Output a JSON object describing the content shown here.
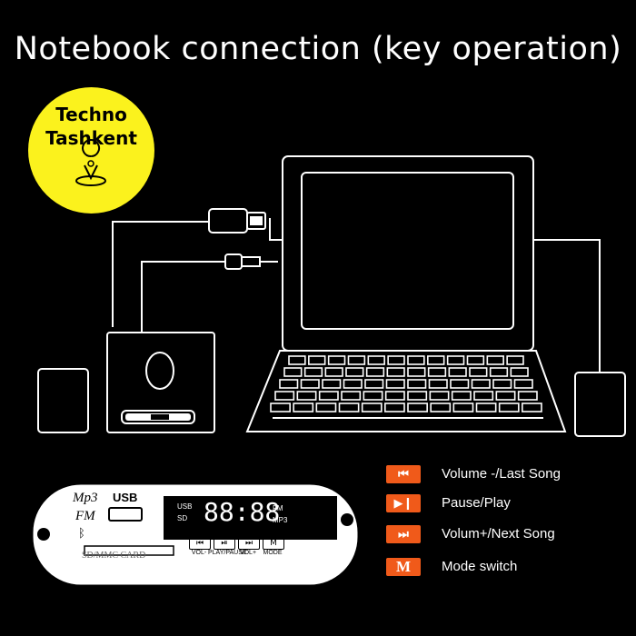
{
  "title": "Notebook connection (key operation)",
  "logo": {
    "line1": "Techno",
    "line2": "Tashkent",
    "color": "#fbf21d"
  },
  "module": {
    "mp3_label": "Mp3",
    "fm_label": "FM",
    "usb_label": "USB",
    "card_label": "SD/MMC CARD",
    "display": {
      "usb": "USB",
      "sd": "SD",
      "digits": "88:88",
      "fm": "FM",
      "mp3": "MP3"
    },
    "buttons": [
      {
        "icon": "⏮",
        "label": "VOL-"
      },
      {
        "icon": "⏯",
        "label": "PLAY/PAUSE"
      },
      {
        "icon": "⏭",
        "label": "VOL+"
      },
      {
        "icon": "M",
        "label": "MODE"
      }
    ]
  },
  "legend": [
    {
      "icon": "⏮",
      "icon_name": "previous-icon",
      "text": "Volume -/Last Song"
    },
    {
      "icon": "▶❙",
      "icon_name": "play-pause-icon",
      "text": "Pause/Play"
    },
    {
      "icon": "⏭",
      "icon_name": "next-icon",
      "text": "Volum+/Next Song"
    },
    {
      "icon": "M",
      "icon_name": "mode-icon",
      "text": "Mode switch"
    }
  ],
  "colors": {
    "accent": "#f05a1a",
    "background": "#000000",
    "line": "#ffffff"
  }
}
